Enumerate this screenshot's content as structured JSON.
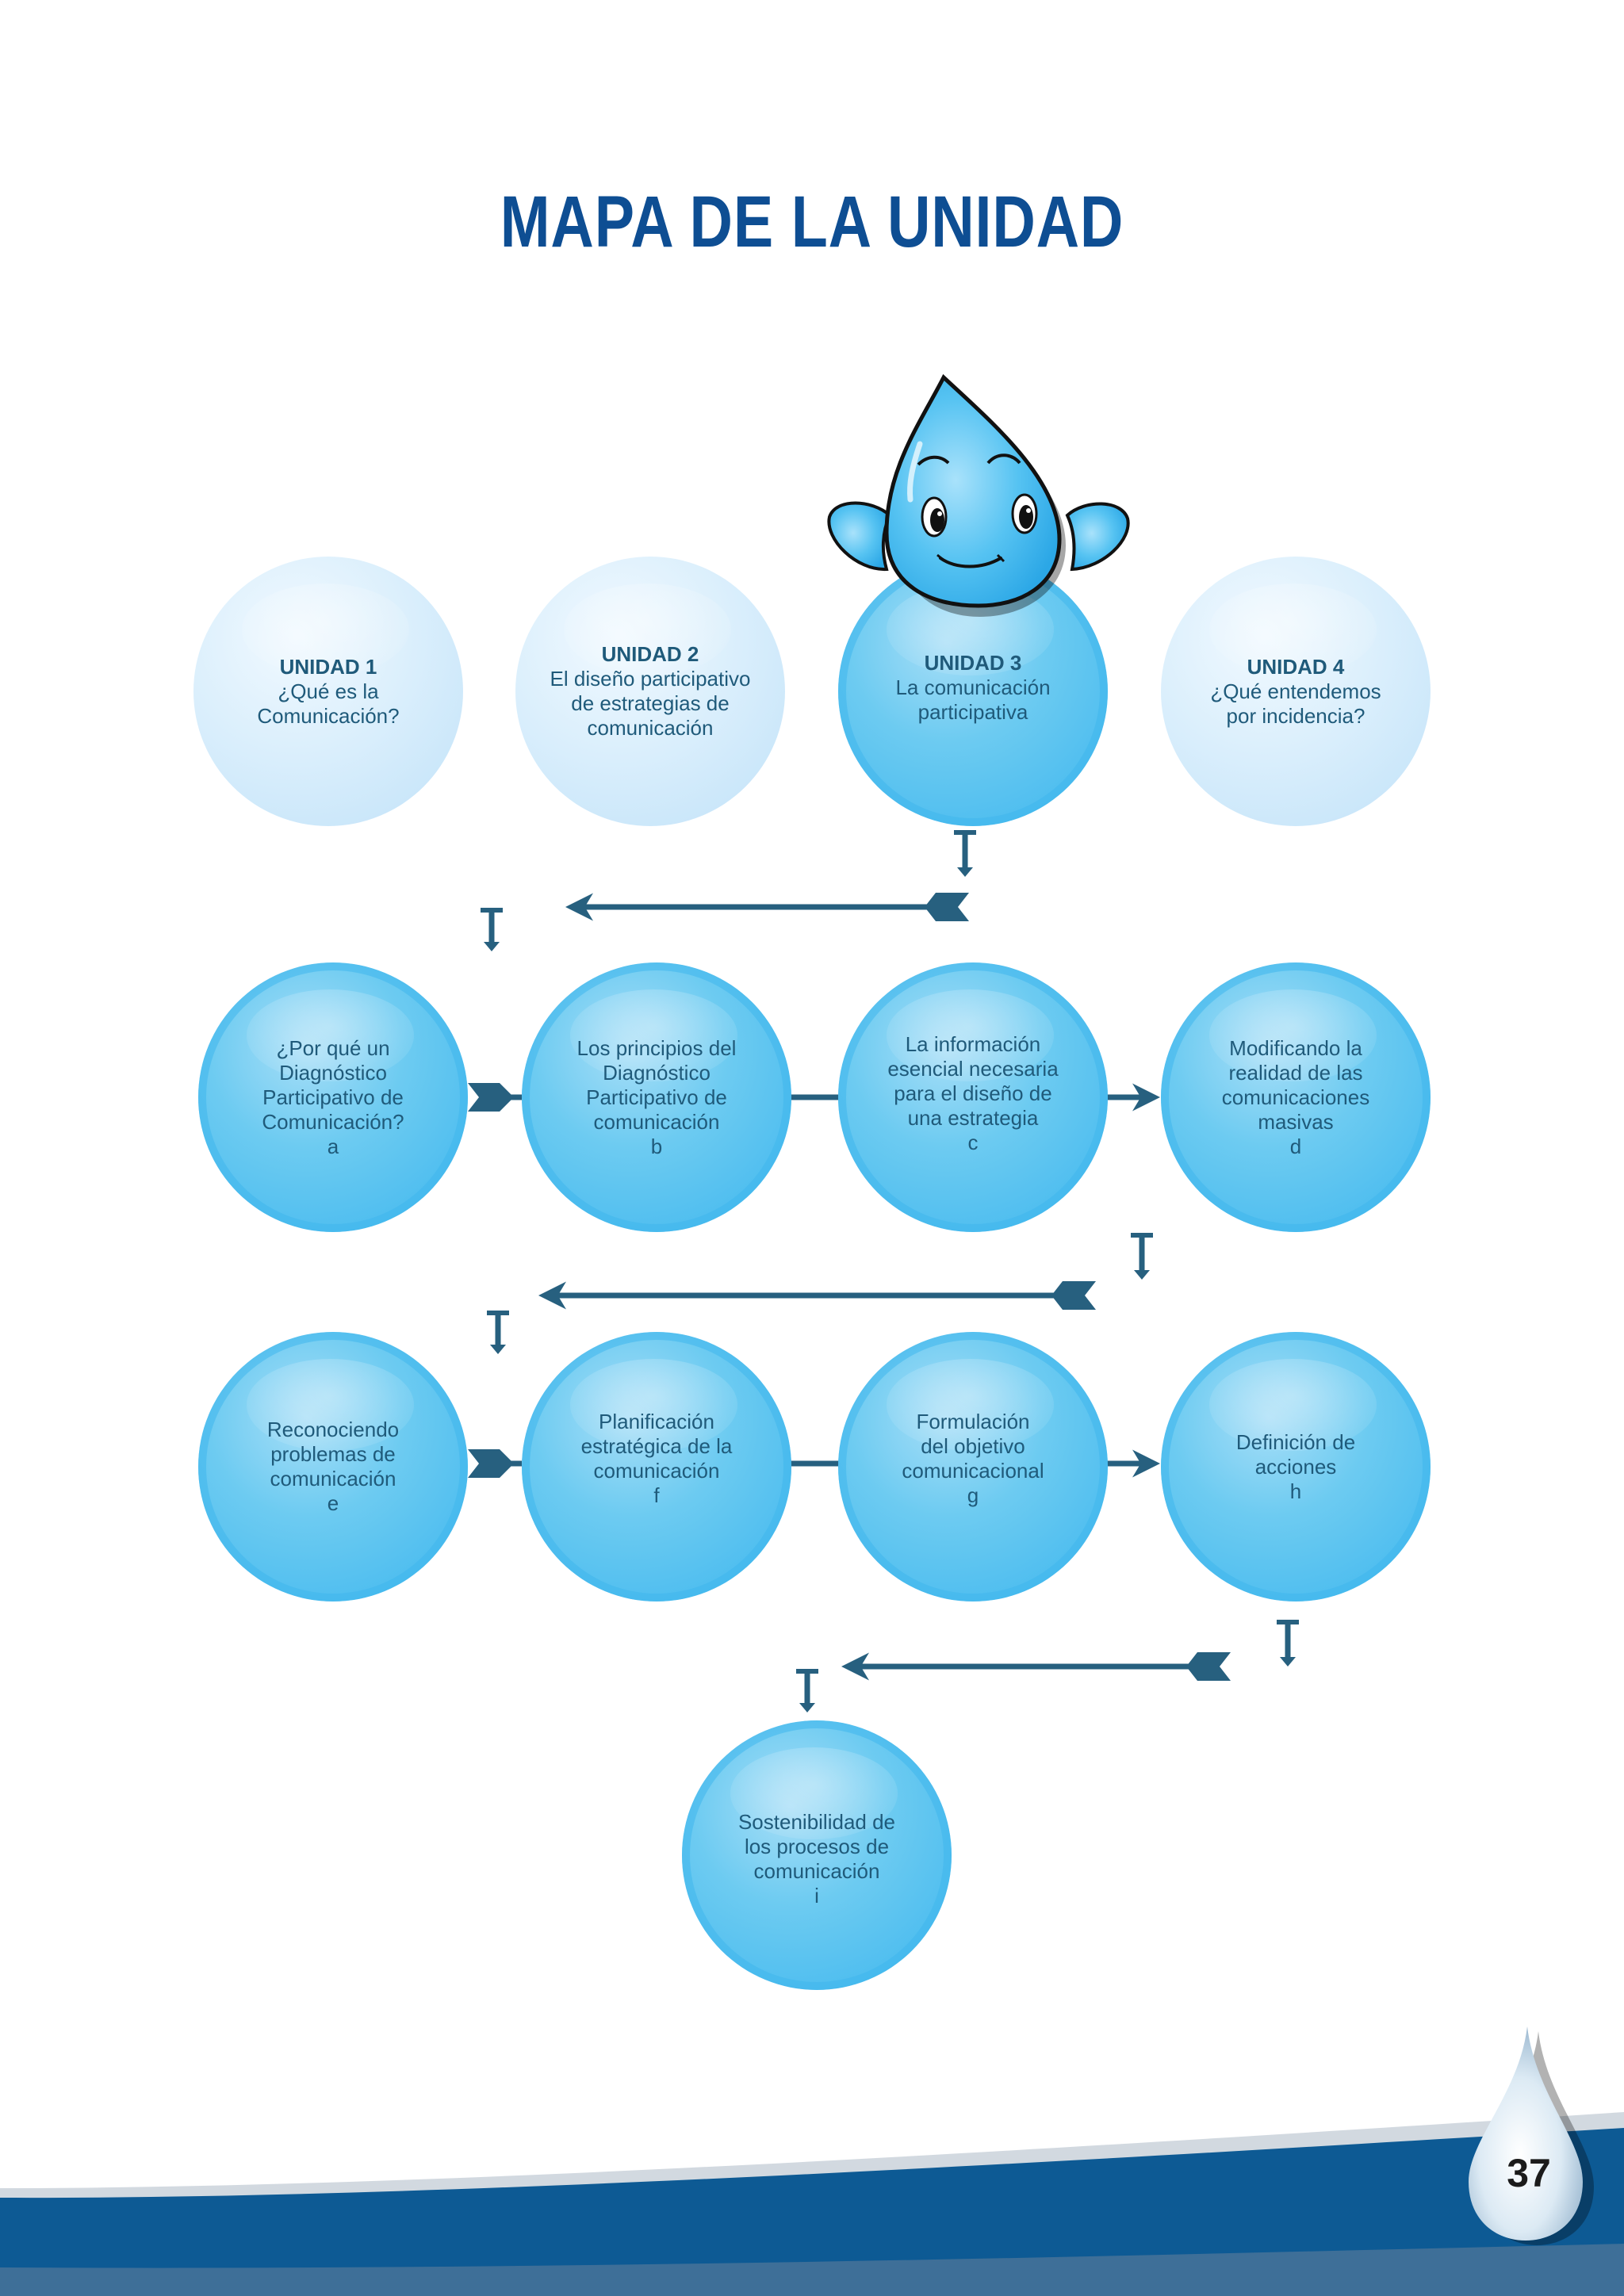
{
  "title": "MAPA DE LA UNIDAD",
  "units": [
    {
      "heading": "UNIDAD 1",
      "text": "¿Qué es la\nComunicación?",
      "active": false
    },
    {
      "heading": "UNIDAD 2",
      "text": "El diseño participativo\nde estrategias de\ncomunicación",
      "active": false
    },
    {
      "heading": "UNIDAD 3",
      "text": "La comunicación\nparticipativa",
      "active": true
    },
    {
      "heading": "UNIDAD 4",
      "text": "¿Qué entendemos\npor incidencia?",
      "active": false
    }
  ],
  "topics": [
    {
      "text": "¿Por qué un\nDiagnóstico\nParticipativo de\nComunicación?",
      "letter": "a"
    },
    {
      "text": "Los principios del\nDiagnóstico\nParticipativo de\ncomunicación",
      "letter": "b"
    },
    {
      "text": "La información\nesencial necesaria\npara el diseño de\nuna estrategia",
      "letter": "c"
    },
    {
      "text": "Modificando la\nrealidad de las\ncomunicaciones\nmasivas",
      "letter": "d"
    },
    {
      "text": "Reconociendo\nproblemas de\ncomunicación",
      "letter": "e"
    },
    {
      "text": "Planificación\nestratégica de la\ncomunicación",
      "letter": "f"
    },
    {
      "text": "Formulación\ndel objetivo\ncomunicacional",
      "letter": "g"
    },
    {
      "text": "Definición de\nacciones",
      "letter": "h"
    },
    {
      "text": "Sostenibilidad de\nlos procesos de\ncomunicación",
      "letter": "i"
    }
  ],
  "page_number": "37",
  "colors": {
    "title": "#0e4e93",
    "arrow": "#27607f",
    "bubble_active": "#4dbdef",
    "bubble_inactive": "#d4ecfb",
    "footer": "#0d5a94"
  },
  "icons": [
    "water-drop-mascot-icon",
    "page-drop-icon"
  ]
}
